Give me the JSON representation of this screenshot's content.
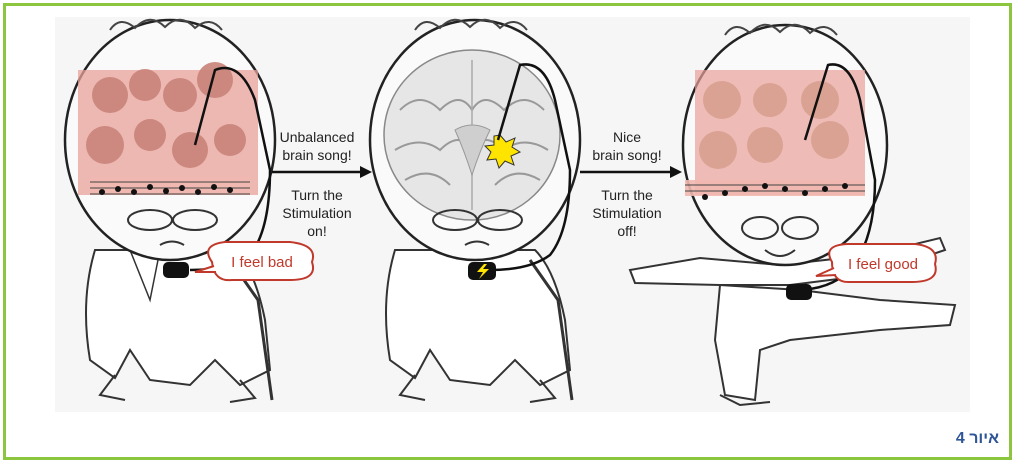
{
  "panels": [
    {
      "arrow_label_lines": [
        "Unbalanced",
        "brain song!"
      ],
      "action_lines": [
        "Turn the",
        "Stimulation",
        "on!"
      ],
      "speech": "I feel bad"
    },
    {
      "arrow_label_lines": [
        "Nice",
        "brain song!"
      ],
      "action_lines": [
        "Turn the",
        "Stimulation",
        "off!"
      ]
    },
    {
      "speech": "I feel good"
    }
  ],
  "caption": "איור 4",
  "colors": {
    "frame_border": "#8cc63e",
    "caption": "#2e5597",
    "speech_text": "#c0392b",
    "chaos_overlay": "#e8a09a",
    "spark": "#ffe400"
  }
}
